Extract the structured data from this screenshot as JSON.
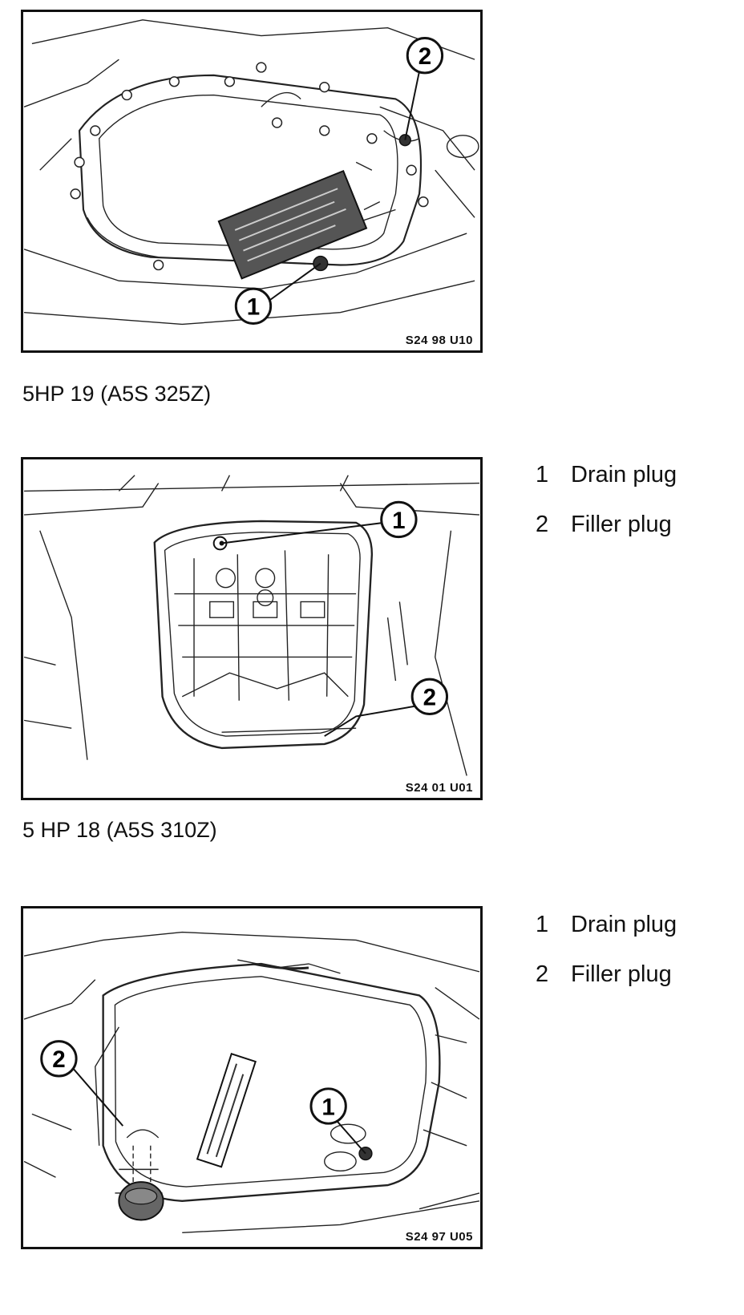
{
  "figures": [
    {
      "code": "S24 98 U10",
      "callouts": [
        "1",
        "2"
      ],
      "caption": "5HP 19 (A5S 325Z)"
    },
    {
      "code": "S24 01 U01",
      "callouts": [
        "1",
        "2"
      ],
      "caption": "5 HP 18 (A5S 310Z)",
      "legend": [
        {
          "num": "1",
          "label": "Drain plug"
        },
        {
          "num": "2",
          "label": "Filler plug"
        }
      ]
    },
    {
      "code": "S24 97 U05",
      "callouts": [
        "1",
        "2"
      ],
      "legend": [
        {
          "num": "1",
          "label": "Drain plug"
        },
        {
          "num": "2",
          "label": "Filler plug"
        }
      ]
    }
  ]
}
